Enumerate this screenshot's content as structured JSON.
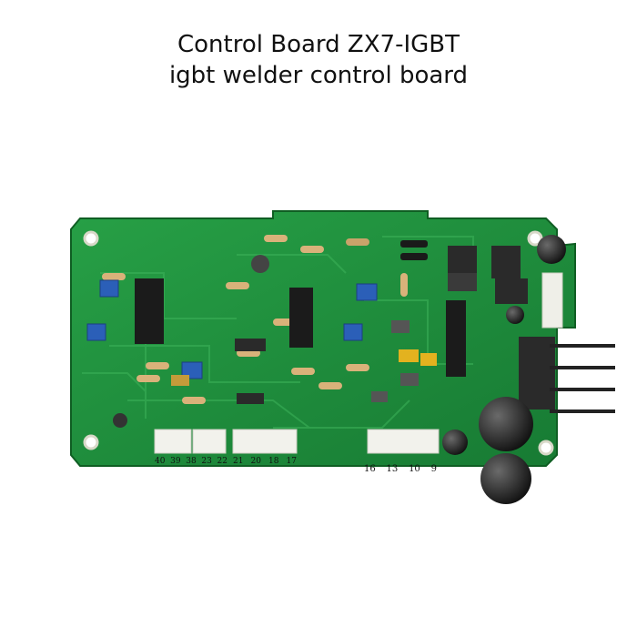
{
  "title": {
    "line1": "Control Board ZX7-IGBT",
    "line2": "igbt welder control board"
  },
  "board": {
    "connector_labels_left": [
      "40",
      "39",
      "38",
      "23",
      "22"
    ],
    "connector_labels_mid": [
      "21",
      "20",
      "18",
      "17"
    ],
    "connector_labels_right": [
      "16",
      "13",
      "10",
      "9"
    ],
    "colors": {
      "pcb": "#1f8a3a",
      "pcb_dark": "#146b2a",
      "connector": "#f2f2ec",
      "trimmer": "#2b5fb8",
      "ic": "#1b1b1b",
      "heatsink": "#2a2a2a",
      "capacitor": "#1c1c1c"
    }
  }
}
